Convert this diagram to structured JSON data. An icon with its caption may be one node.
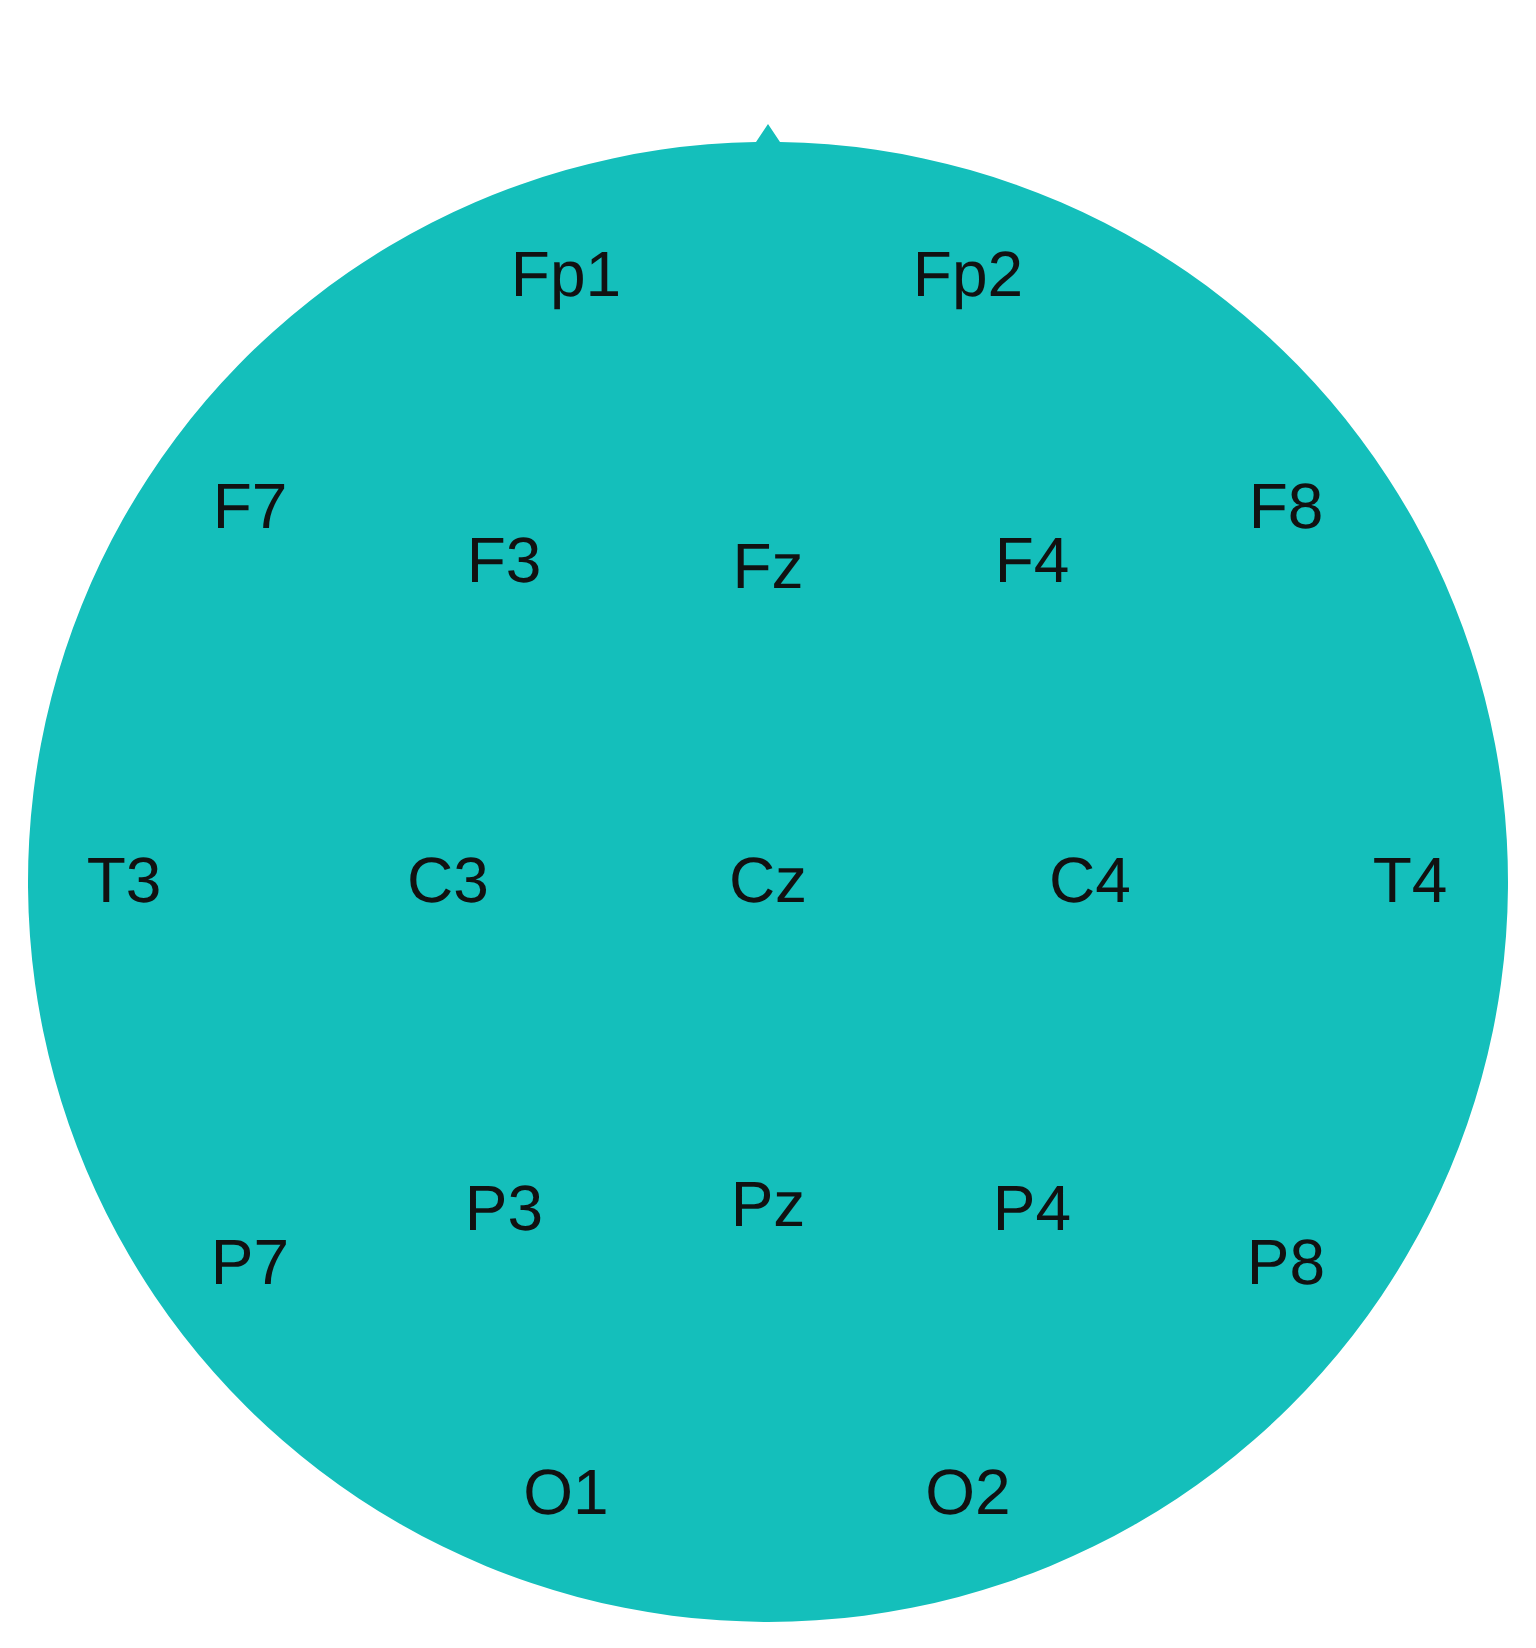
{
  "diagram": {
    "nodes": [
      {
        "text": [
          "Fp1",
          "Fp2",
          "F7",
          "F3",
          "Fz",
          "F4",
          "F8",
          "T3",
          "C3",
          "Cz",
          "C4",
          "T4",
          "P7",
          "P3",
          "Pz",
          "P4",
          "P8",
          "O1",
          "O2"
        ]
      }
    ],
    "edges": []
  }
}
